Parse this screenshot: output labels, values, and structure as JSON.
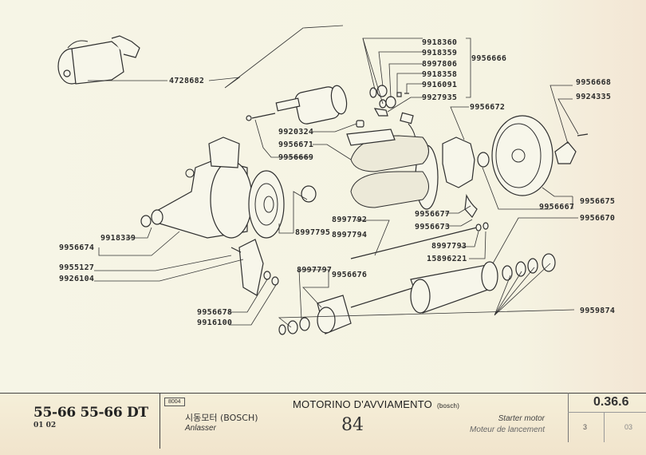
{
  "diagram": {
    "title": "Starter motor exploded view",
    "part_numbers": {
      "complete_starter": "4728682",
      "solenoid_group": "9956666",
      "solenoid_items": [
        "9918360",
        "9918359",
        "8997806",
        "9918358",
        "9916091",
        "9927935"
      ],
      "brush_plate": "9956672",
      "end_plate_cap": "9956668",
      "end_plate_screw": "9924335",
      "bracket_bolt": "9920324",
      "field_coil": "9956671",
      "drive_housing_gasket": "9956669",
      "bushing": "9956675",
      "end_cover": "9956667",
      "armature": "9956670",
      "brush_spring": "9956677",
      "brush": "9956673",
      "through_bolt": "8997792",
      "shim": "8997795",
      "drive_housing_group": "8997794",
      "washer": "8997793",
      "nut": "15896221",
      "drive_end_housing": "9956674",
      "front_bushing": "9918339",
      "pivot_bolt": "9955127",
      "lever_nut": "9926104",
      "stop_collar": "8997797",
      "pinion_drive": "9956676",
      "shift_lever": "9956678",
      "lever_washer": "9916100",
      "thrust_washers": "9959874"
    }
  },
  "footer": {
    "model": "55-66  55-66 DT",
    "versions": "01  02",
    "code": "8004",
    "korean": "시동모터 (BOSCH)",
    "german": "Anlasser",
    "italian_title": "MOTORINO D'AVVIAMENTO",
    "italian_sub": "(bosch)",
    "handwritten": "84",
    "english": "Starter motor",
    "french": "Moteur de lancement",
    "page_ref": "0.36.6",
    "sheet": "3",
    "sheet_sub": "03"
  }
}
